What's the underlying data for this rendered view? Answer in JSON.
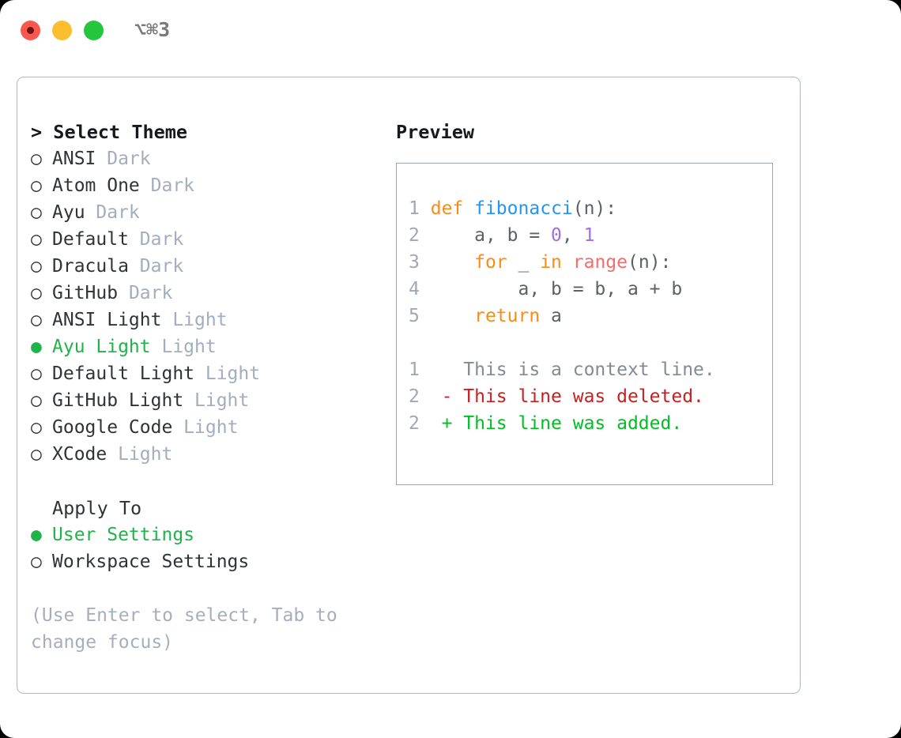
{
  "window": {
    "traffic_lights": [
      "close-red",
      "minimize-yellow",
      "maximize-green"
    ],
    "shortcut": "⌥⌘3"
  },
  "theme_picker": {
    "heading": "> Select Theme",
    "selected_theme": "Ayu Light",
    "bullet_selected": "●",
    "bullet_unselected": "○",
    "accent_color": "#1fb34a",
    "items": [
      {
        "bullet": "○",
        "name": "ANSI",
        "tag": "Dark",
        "selected": false
      },
      {
        "bullet": "○",
        "name": "Atom One",
        "tag": "Dark",
        "selected": false
      },
      {
        "bullet": "○",
        "name": "Ayu",
        "tag": "Dark",
        "selected": false
      },
      {
        "bullet": "○",
        "name": "Default",
        "tag": "Dark",
        "selected": false
      },
      {
        "bullet": "○",
        "name": "Dracula",
        "tag": "Dark",
        "selected": false
      },
      {
        "bullet": "○",
        "name": "GitHub",
        "tag": "Dark",
        "selected": false
      },
      {
        "bullet": "○",
        "name": "ANSI Light",
        "tag": "Light",
        "selected": false
      },
      {
        "bullet": "●",
        "name": "Ayu Light",
        "tag": "Light",
        "selected": true
      },
      {
        "bullet": "○",
        "name": "Default Light",
        "tag": "Light",
        "selected": false
      },
      {
        "bullet": "○",
        "name": "GitHub Light",
        "tag": "Light",
        "selected": false
      },
      {
        "bullet": "○",
        "name": "Google Code",
        "tag": "Light",
        "selected": false
      },
      {
        "bullet": "○",
        "name": "XCode",
        "tag": "Light",
        "selected": false
      }
    ]
  },
  "apply_to": {
    "heading": "Apply To",
    "selected": "User Settings",
    "items": [
      {
        "bullet": "●",
        "name": "User Settings",
        "selected": true
      },
      {
        "bullet": "○",
        "name": "Workspace Settings",
        "selected": false
      }
    ]
  },
  "hint": "(Use Enter to select, Tab to change focus)",
  "preview": {
    "title": "Preview",
    "code_lines": [
      {
        "num": "1",
        "tokens": [
          {
            "t": "def ",
            "c": "k"
          },
          {
            "t": "fibonacci",
            "c": "fn"
          },
          {
            "t": "(n):",
            "c": "pn"
          }
        ]
      },
      {
        "num": "2",
        "tokens": [
          {
            "t": "    a, b = ",
            "c": "pn"
          },
          {
            "t": "0",
            "c": "num"
          },
          {
            "t": ", ",
            "c": "pn"
          },
          {
            "t": "1",
            "c": "num"
          }
        ]
      },
      {
        "num": "3",
        "tokens": [
          {
            "t": "    ",
            "c": "pn"
          },
          {
            "t": "for",
            "c": "k"
          },
          {
            "t": " _ ",
            "c": "pn"
          },
          {
            "t": "in",
            "c": "k"
          },
          {
            "t": " ",
            "c": "pn"
          },
          {
            "t": "range",
            "c": "bi"
          },
          {
            "t": "(n):",
            "c": "pn"
          }
        ]
      },
      {
        "num": "4",
        "tokens": [
          {
            "t": "        a, b = b, a + b",
            "c": "pn"
          }
        ]
      },
      {
        "num": "5",
        "tokens": [
          {
            "t": "    ",
            "c": "pn"
          },
          {
            "t": "return",
            "c": "k"
          },
          {
            "t": " a",
            "c": "pn"
          }
        ]
      }
    ],
    "diff_lines": [
      {
        "num": "1",
        "marker": " ",
        "text": "  This is a context line.",
        "kind": "ctx"
      },
      {
        "num": "2",
        "marker": "-",
        "text": "- This line was deleted.",
        "kind": "del"
      },
      {
        "num": "2",
        "marker": "+",
        "text": "+ This line was added.",
        "kind": "add"
      }
    ]
  }
}
